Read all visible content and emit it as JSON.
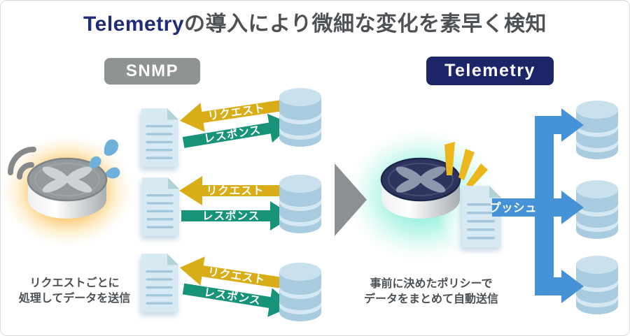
{
  "title": {
    "highlight": "Telemetry",
    "rest": "の導入により微細な変化を素早く検知"
  },
  "snmp": {
    "badge": "SNMP",
    "request_label": "リクエスト",
    "response_label": "レスポンス",
    "caption_line1": "リクエストごとに",
    "caption_line2": "処理してデータを送信"
  },
  "telemetry": {
    "badge": "Telemetry",
    "push_label": "プッシュ",
    "caption_line1": "事前に決めたポリシーで",
    "caption_line2": "データをまとめて自動送信"
  },
  "colors": {
    "title_highlight": "#202c78",
    "title_text": "#4d5156",
    "snmp_badge_bg": "#8f9394",
    "telemetry_badge_bg": "#1d2569",
    "request_arrow": "#d9ad18",
    "response_arrow": "#17937a",
    "push_arrow": "#4592d6",
    "transition_arrow": "#8d9093",
    "database_body": "#a9cbdf",
    "document_body": "#d7e9f3",
    "snmp_router_glow": "#f6a51d",
    "telemetry_router_glow": "#57e7c6"
  }
}
